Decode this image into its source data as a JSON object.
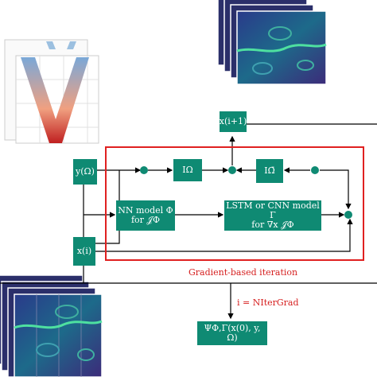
{
  "diagram": {
    "nodes": {
      "x_next": "x(i+1)",
      "y_omega": "y(Ω)",
      "x_i": "x(i)",
      "i_omega": "IΩ",
      "i_omega_bar": "IΩ̄",
      "nn_model_line1": "NN model Φ",
      "nn_model_line2": "for 𝒥Φ",
      "lstm_line1": "LSTM or CNN model Γ",
      "lstm_line2": "for ∇x 𝒥Φ",
      "output": "ΨΦ,Γ(x(0), y, Ω)"
    },
    "labels": {
      "iteration_caption": "Gradient-based iteration",
      "stop_condition": "i = NIterGrad"
    },
    "colors": {
      "node_fill": "#0f8a73",
      "frame": "#e02020",
      "caption": "#d62020",
      "line": "#000000"
    }
  }
}
